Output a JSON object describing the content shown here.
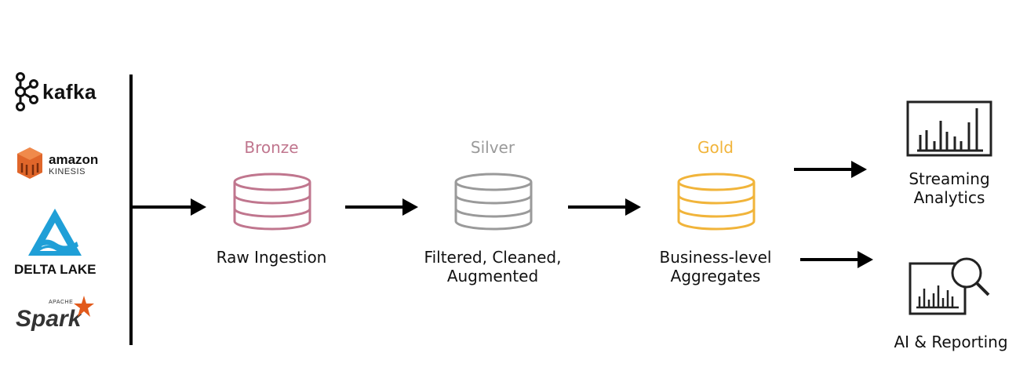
{
  "sources": [
    {
      "name": "Kafka",
      "text": "kafka",
      "icon": "kafka-icon"
    },
    {
      "name": "Amazon Kinesis",
      "text": "amazon",
      "subtext": "KINESIS",
      "icon": "aws-kinesis-icon"
    },
    {
      "name": "Delta Lake",
      "text": "DELTA LAKE",
      "icon": "delta-lake-icon"
    },
    {
      "name": "Apache Spark",
      "text": "Spark",
      "subtext": "APACHE",
      "icon": "spark-star-icon"
    }
  ],
  "tiers": [
    {
      "title": "Bronze",
      "label_lines": [
        "Raw Ingestion"
      ],
      "color": "#c0768e"
    },
    {
      "title": "Silver",
      "label_lines": [
        "Filtered, Cleaned,",
        "Augmented"
      ],
      "color": "#9a9a9a"
    },
    {
      "title": "Gold",
      "label_lines": [
        "Business-level",
        "Aggregates"
      ],
      "color": "#f1b43a"
    }
  ],
  "outputs": [
    {
      "label_lines": [
        "Streaming",
        "Analytics"
      ],
      "icon": "analytics-chart-icon"
    },
    {
      "label_lines": [
        "AI & Reporting"
      ],
      "icon": "report-search-icon"
    }
  ],
  "colors": {
    "arrow": "#000000",
    "kinesis_orange": "#e0662a",
    "delta_blue": "#1f9fd7",
    "spark_orange": "#e25a1c"
  }
}
